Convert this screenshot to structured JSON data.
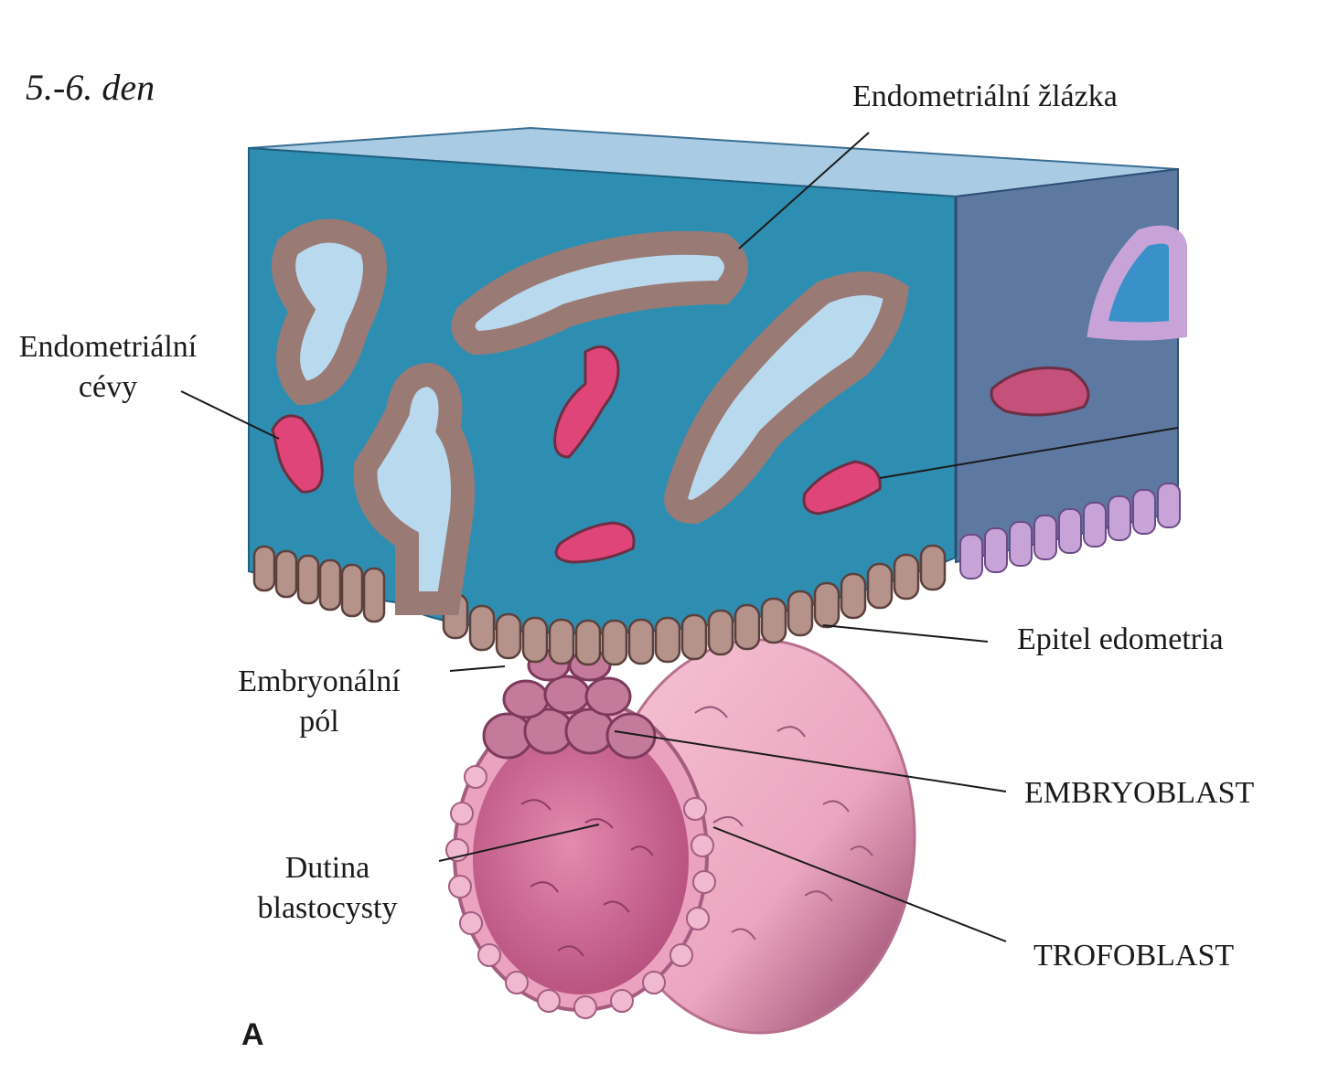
{
  "figure": {
    "stage_label": "5.-6. den",
    "panel_letter": "A"
  },
  "labels": {
    "gland": "Endometriální žlázka",
    "vessels_line1": "Endometriální",
    "vessels_line2": "cévy",
    "epithelium": "Epitel edometria",
    "embryonic_pole_line1": "Embryonální",
    "embryonic_pole_line2": "pól",
    "embryoblast": "EMBRYOBLAST",
    "cavity_line1": "Dutina",
    "cavity_line2": "blastocysty",
    "trophoblast": "TROFOBLAST"
  },
  "colors": {
    "tissue_front": "#2f8fb3",
    "tissue_side": "#5c77a0",
    "tissue_top": "#a7c9e3",
    "gland_cells": "#b08f88",
    "gland_lumen": "#b9d9ee",
    "vessel": "#e0457a",
    "blastocyst_outer": "#f2b3c8",
    "blastocyst_cavity": "#c2507f",
    "embryoblast": "#b86a8c"
  }
}
